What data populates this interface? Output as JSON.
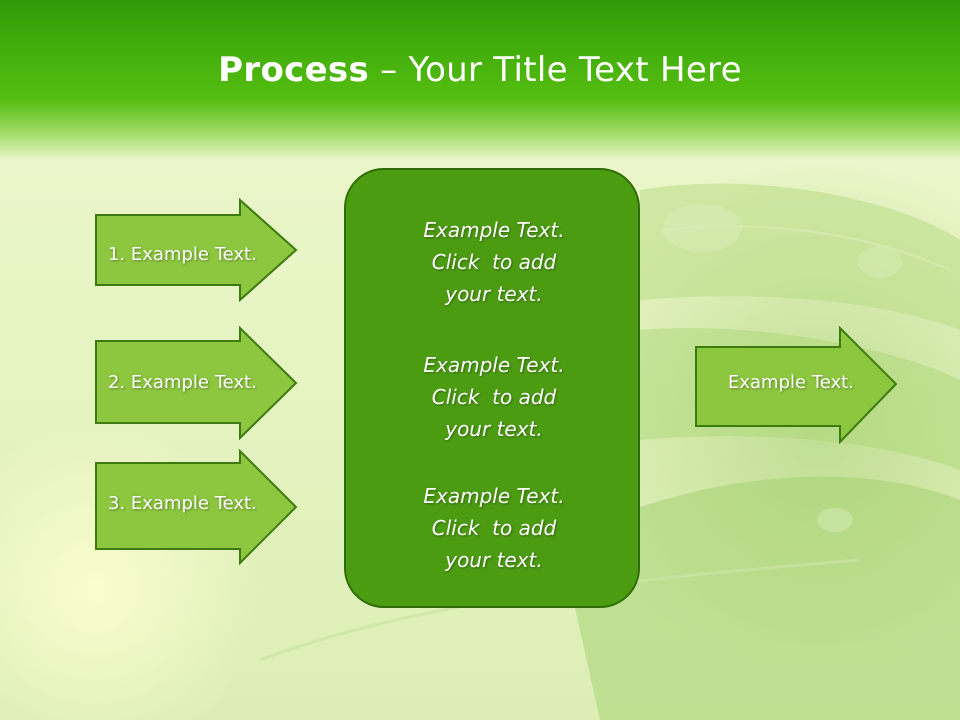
{
  "title": {
    "bold": "Process",
    "rest": " – Your Title Text Here"
  },
  "left_steps": [
    {
      "label": "1. Example Text."
    },
    {
      "label": "2. Example Text."
    },
    {
      "label": "3. Example Text."
    }
  ],
  "center": {
    "paragraphs": [
      {
        "line1": "Example Text.",
        "line2": "Click  to add",
        "line3": "your text."
      },
      {
        "line1": "Example Text.",
        "line2": "Click  to add",
        "line3": "your text."
      },
      {
        "line1": "Example Text.",
        "line2": "Click  to add",
        "line3": "your text."
      }
    ]
  },
  "right_output": {
    "label": "Example Text."
  },
  "colors": {
    "title_band": "#3fab0c",
    "arrow_fill": "#8dc63f",
    "arrow_border": "#3d7a0f",
    "center_fill": "#4c9c12",
    "center_border": "#2e6c08"
  }
}
